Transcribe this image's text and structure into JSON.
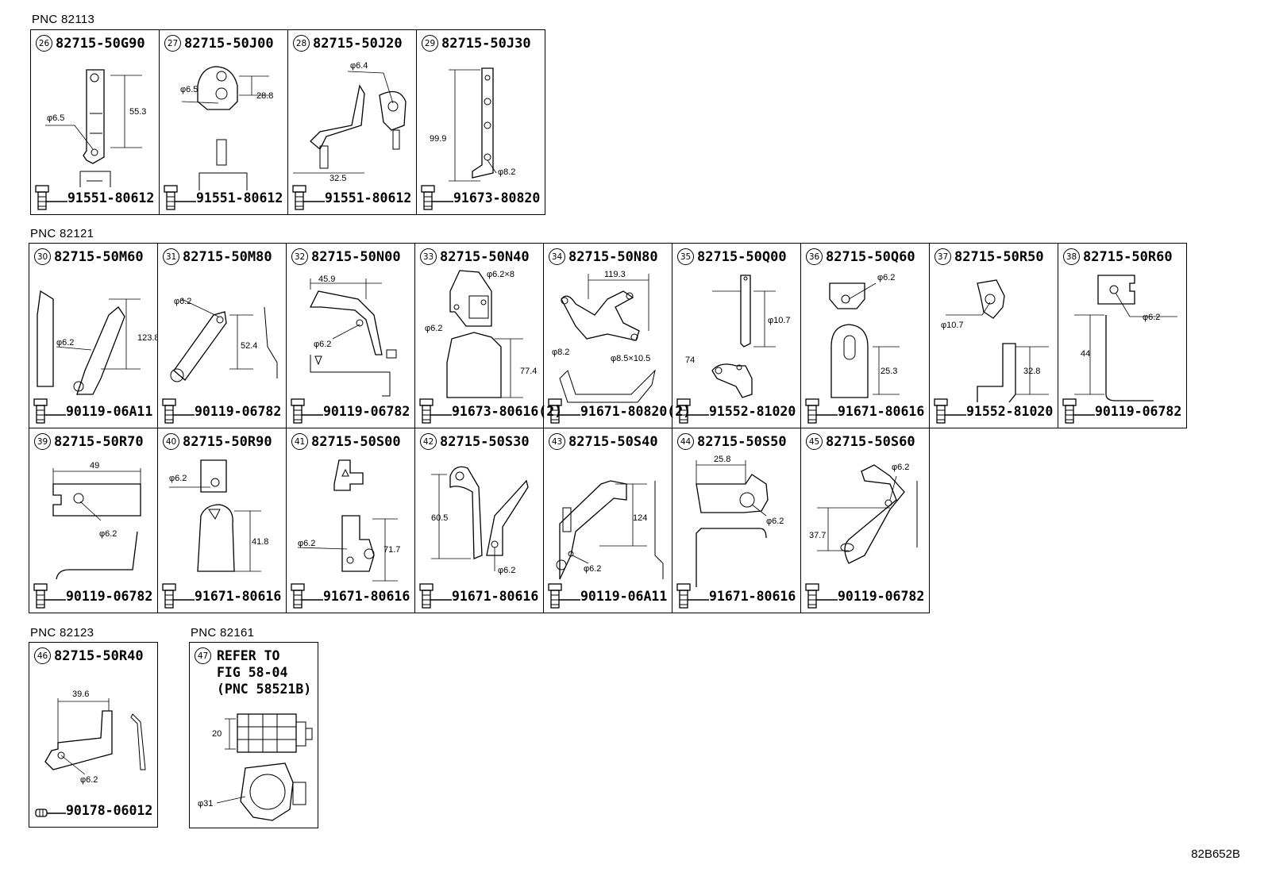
{
  "groups": [
    {
      "pnc": "PNC 82113",
      "items": [
        {
          "num": "26",
          "part": "82715-50G90",
          "bolt": "91551-80612",
          "dims": [
            "φ6.5",
            "55.3"
          ]
        },
        {
          "num": "27",
          "part": "82715-50J00",
          "bolt": "91551-80612",
          "dims": [
            "φ6.5",
            "28.8"
          ]
        },
        {
          "num": "28",
          "part": "82715-50J20",
          "bolt": "91551-80612",
          "dims": [
            "φ6.4",
            "32.5"
          ]
        },
        {
          "num": "29",
          "part": "82715-50J30",
          "bolt": "91673-80820",
          "dims": [
            "99.9",
            "φ8.2"
          ]
        }
      ]
    },
    {
      "pnc": "PNC 82121",
      "items": [
        {
          "num": "30",
          "part": "82715-50M60",
          "bolt": "90119-06A11",
          "dims": [
            "φ6.2",
            "123.8"
          ]
        },
        {
          "num": "31",
          "part": "82715-50M80",
          "bolt": "90119-06782",
          "dims": [
            "φ6.2",
            "52.4"
          ]
        },
        {
          "num": "32",
          "part": "82715-50N00",
          "bolt": "90119-06782",
          "dims": [
            "45.9",
            "φ6.2"
          ]
        },
        {
          "num": "33",
          "part": "82715-50N40",
          "bolt": "91673-80616(2)",
          "dims": [
            "φ6.2×8",
            "φ6.2",
            "77.4"
          ]
        },
        {
          "num": "34",
          "part": "82715-50N80",
          "bolt": "91671-80820(2)",
          "dims": [
            "119.3",
            "φ8.2",
            "φ8.5×10.5"
          ]
        },
        {
          "num": "35",
          "part": "82715-50Q00",
          "bolt": "91552-81020",
          "dims": [
            "74",
            "φ10.7"
          ]
        },
        {
          "num": "36",
          "part": "82715-50Q60",
          "bolt": "91671-80616",
          "dims": [
            "φ6.2",
            "25.3"
          ]
        },
        {
          "num": "37",
          "part": "82715-50R50",
          "bolt": "91552-81020",
          "dims": [
            "φ10.7",
            "32.8"
          ]
        },
        {
          "num": "38",
          "part": "82715-50R60",
          "bolt": "90119-06782",
          "dims": [
            "φ6.2",
            "44"
          ]
        },
        {
          "num": "39",
          "part": "82715-50R70",
          "bolt": "90119-06782",
          "dims": [
            "49",
            "φ6.2"
          ]
        },
        {
          "num": "40",
          "part": "82715-50R90",
          "bolt": "91671-80616",
          "dims": [
            "φ6.2",
            "41.8"
          ]
        },
        {
          "num": "41",
          "part": "82715-50S00",
          "bolt": "91671-80616",
          "dims": [
            "φ6.2",
            "71.7"
          ]
        },
        {
          "num": "42",
          "part": "82715-50S30",
          "bolt": "91671-80616",
          "dims": [
            "60.5",
            "φ6.2"
          ]
        },
        {
          "num": "43",
          "part": "82715-50S40",
          "bolt": "90119-06A11",
          "dims": [
            "124",
            "φ6.2"
          ]
        },
        {
          "num": "44",
          "part": "82715-50S50",
          "bolt": "91671-80616",
          "dims": [
            "25.8",
            "φ6.2"
          ]
        },
        {
          "num": "45",
          "part": "82715-50S60",
          "bolt": "90119-06782",
          "dims": [
            "φ6.2",
            "37.7"
          ]
        }
      ]
    },
    {
      "pnc": "PNC 82123",
      "items": [
        {
          "num": "46",
          "part": "82715-50R40",
          "bolt": "90178-06012",
          "dims": [
            "39.6",
            "φ6.2"
          ]
        }
      ]
    },
    {
      "pnc": "PNC 82161",
      "items": [
        {
          "num": "47",
          "refer": [
            "REFER TO",
            "FIG 58-04",
            "(PNC 58521B)"
          ],
          "dims": [
            "20",
            "φ31"
          ]
        }
      ]
    }
  ],
  "figure_code": "82B652B"
}
